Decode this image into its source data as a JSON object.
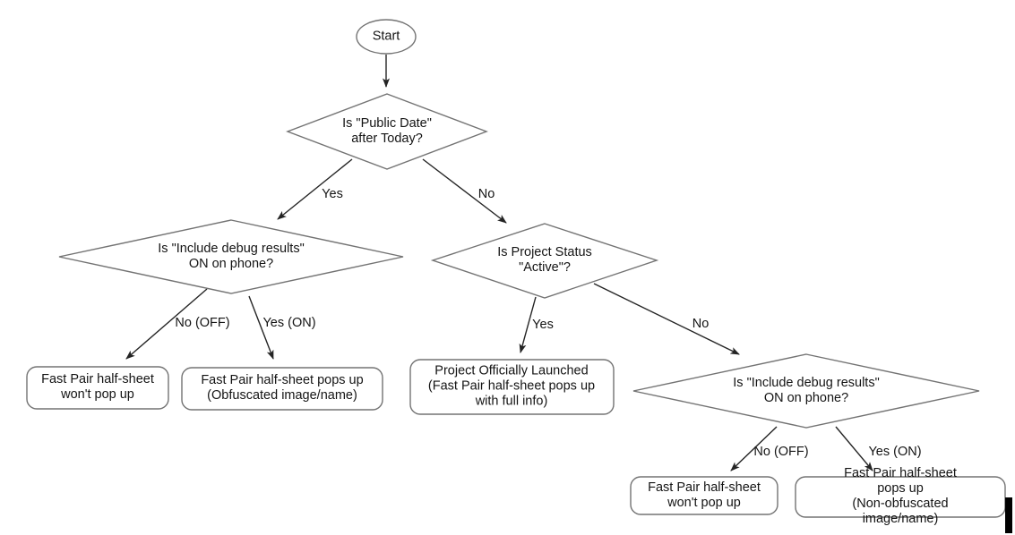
{
  "diagram": {
    "title": "Fast Pair half-sheet decision flowchart",
    "nodes": {
      "start": "Start",
      "public_date": "Is \"Public Date\"\nafter Today?",
      "debug_left": "Is \"Include debug results\"\nON on phone?",
      "project_status": "Is Project Status\n\"Active\"?",
      "debug_right": "Is \"Include debug results\"\nON on phone?",
      "no_popup_left": "Fast Pair half-sheet\nwon't pop up",
      "obfuscated": "Fast Pair half-sheet pops up\n(Obfuscated image/name)",
      "launched": "Project Officially Launched\n(Fast Pair half-sheet pops up\nwith full info)",
      "no_popup_right": "Fast Pair half-sheet\nwon't pop up",
      "non_obfuscated": "Fast Pair half-sheet pops up\n(Non-obfuscated image/name)"
    },
    "edges": {
      "public_date_yes": "Yes",
      "public_date_no": "No",
      "debug_left_no": "No (OFF)",
      "debug_left_yes": "Yes (ON)",
      "project_status_yes": "Yes",
      "project_status_no": "No",
      "debug_right_no": "No (OFF)",
      "debug_right_yes": "Yes (ON)"
    },
    "colors": {
      "background": "#ffffff",
      "shape_outline": "#737373",
      "arrow": "#242424",
      "text": "#141414",
      "cursor_artifact": "#000000"
    }
  }
}
